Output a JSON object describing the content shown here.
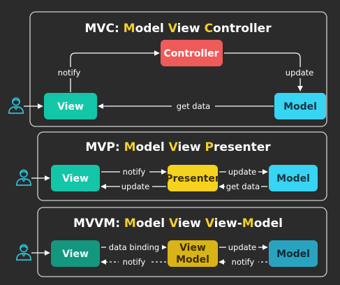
{
  "colors": {
    "background": "#2b2b2b",
    "panel_border": "#d0d0d0",
    "highlight": "#f3d02b",
    "view": "#13c6a8",
    "view_muted": "#14977f",
    "model": "#37d4f3",
    "model_muted": "#2aa3c0",
    "controller": "#ef5a5a",
    "presenter": "#f5d21d",
    "presenter_muted": "#d9b416",
    "user_icon": "#2cc1d6"
  },
  "mvc": {
    "title_prefix": "MVC: ",
    "title_parts": [
      {
        "text": "M",
        "hl": true
      },
      {
        "text": "odel ",
        "hl": false
      },
      {
        "text": "V",
        "hl": true
      },
      {
        "text": "iew ",
        "hl": false
      },
      {
        "text": "C",
        "hl": true
      },
      {
        "text": "ontroller",
        "hl": false
      }
    ],
    "controller_label": "Controller",
    "view_label": "View",
    "model_label": "Model",
    "notify_label": "notify",
    "update_label": "update",
    "get_data_label": "get data",
    "user_icon": "user-icon"
  },
  "mvp": {
    "title_prefix": "MVP: ",
    "title_parts": [
      {
        "text": "M",
        "hl": true
      },
      {
        "text": "odel ",
        "hl": false
      },
      {
        "text": "V",
        "hl": true
      },
      {
        "text": "iew ",
        "hl": false
      },
      {
        "text": "P",
        "hl": true
      },
      {
        "text": "resenter",
        "hl": false
      }
    ],
    "view_label": "View",
    "presenter_label": "Presenter",
    "model_label": "Model",
    "notify_label": "notify",
    "update_label_left": "update",
    "update_label_right": "update",
    "get_data_label": "get data",
    "user_icon": "user-icon"
  },
  "mvvm": {
    "title_prefix": "MVVM: ",
    "title_parts": [
      {
        "text": "M",
        "hl": true
      },
      {
        "text": "odel ",
        "hl": false
      },
      {
        "text": "V",
        "hl": true
      },
      {
        "text": "iew ",
        "hl": false
      },
      {
        "text": "V",
        "hl": true
      },
      {
        "text": "iew-",
        "hl": false
      },
      {
        "text": "M",
        "hl": true
      },
      {
        "text": "odel",
        "hl": false
      }
    ],
    "view_label": "View",
    "viewmodel_label_line1": "View",
    "viewmodel_label_line2": "Model",
    "model_label": "Model",
    "data_binding_label": "data binding",
    "update_label": "update",
    "notify_label_left": "notify",
    "notify_label_right": "notify",
    "user_icon": "user-icon"
  }
}
